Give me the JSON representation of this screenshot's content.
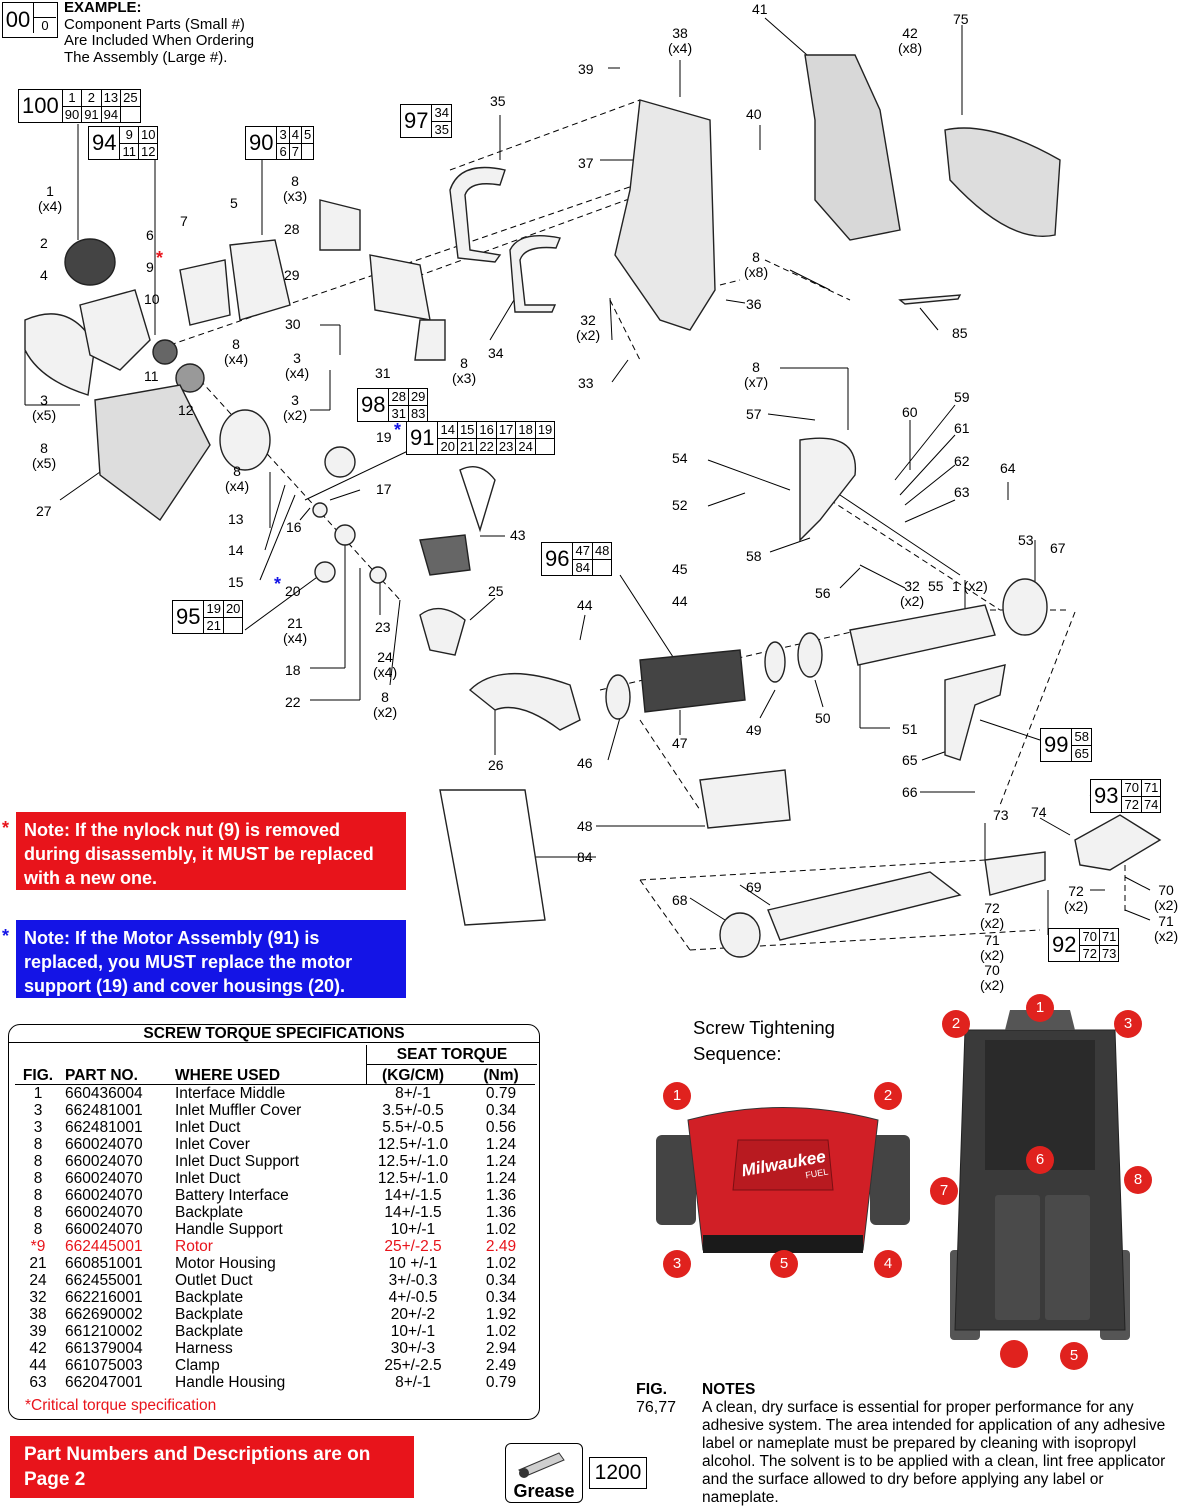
{
  "example": {
    "big": "00",
    "small": "0",
    "title": "EXAMPLE:",
    "line1": "Component Parts (Small #)",
    "line2": "Are Included When Ordering",
    "line3": "The Assembly (Large #)."
  },
  "assemblies": [
    {
      "id": "100",
      "parts": [
        "1",
        "2",
        "13",
        "25",
        "90",
        "91",
        "94",
        ""
      ]
    },
    {
      "id": "94",
      "parts": [
        "9",
        "10",
        "11",
        "12"
      ]
    },
    {
      "id": "90",
      "parts": [
        "3",
        "4",
        "5",
        "6",
        "7",
        ""
      ]
    },
    {
      "id": "97",
      "parts": [
        "34",
        "35"
      ]
    },
    {
      "id": "98",
      "parts": [
        "28",
        "29",
        "31",
        "83"
      ]
    },
    {
      "id": "91",
      "parts": [
        "14",
        "15",
        "16",
        "17",
        "18",
        "19",
        "20",
        "21",
        "22",
        "23",
        "24",
        ""
      ]
    },
    {
      "id": "96",
      "parts": [
        "47",
        "48",
        "84",
        ""
      ]
    },
    {
      "id": "95",
      "parts": [
        "19",
        "20",
        "21",
        ""
      ]
    },
    {
      "id": "99",
      "parts": [
        "58",
        "65"
      ]
    },
    {
      "id": "93",
      "parts": [
        "70",
        "71",
        "72",
        "74"
      ]
    },
    {
      "id": "92",
      "parts": [
        "70",
        "71",
        "72",
        "73"
      ]
    }
  ],
  "callouts": {
    "c41": "41",
    "c42": "42",
    "c42q": "(x8)",
    "c75": "75",
    "c38": "38",
    "c38q": "(x4)",
    "c39": "39",
    "c35": "35",
    "c40": "40",
    "c37": "37",
    "c1": "1",
    "c1q": "(x4)",
    "c2": "2",
    "c6": "6",
    "c9": "9",
    "c7": "7",
    "c5": "5",
    "c8a": "8",
    "c8aq": "(x3)",
    "c28": "28",
    "c29": "29",
    "c4": "4",
    "c10": "10",
    "c8b": "8",
    "c8bq": "(x8)",
    "c36": "36",
    "c85": "85",
    "c30": "30",
    "c34": "34",
    "c32a": "32",
    "c32aq": "(x2)",
    "c33": "33",
    "c3a": "3",
    "c3aq": "(x4)",
    "c8c": "8",
    "c8cq": "(x4)",
    "c11": "11",
    "c31": "31",
    "c8d": "8",
    "c8dq": "(x3)",
    "c3b": "3",
    "c3bq": "(x5)",
    "c12": "12",
    "c3c": "3",
    "c3cq": "(x2)",
    "c8e": "8",
    "c8eq": "(x5)",
    "c27": "27",
    "c19": "19",
    "c8f": "8",
    "c8fq": "(x4)",
    "c13": "13",
    "c17": "17",
    "c14": "14",
    "c16": "16",
    "c15": "15",
    "c20": "20",
    "c21": "21",
    "c21q": "(x4)",
    "c18": "18",
    "c22": "22",
    "c23": "23",
    "c24": "24",
    "c24q": "(x4)",
    "c8g": "8",
    "c8gq": "(x2)",
    "c25": "25",
    "c43": "43",
    "c26": "26",
    "c45": "45",
    "c44a": "44",
    "c44b": "44",
    "c46": "46",
    "c47": "47",
    "c49": "49",
    "c50": "50",
    "c51": "51",
    "c8h": "8",
    "c8hq": "(x7)",
    "c57": "57",
    "c54": "54",
    "c52": "52",
    "c58": "58",
    "c60": "60",
    "c59": "59",
    "c61": "61",
    "c62": "62",
    "c63": "63",
    "c64": "64",
    "c53": "53",
    "c67": "67",
    "c56": "56",
    "c32b": "32",
    "c32bq": "(x2)",
    "c55": "55",
    "c1b": "1 (x2)",
    "c65": "65",
    "c66": "66",
    "c48": "48",
    "c84": "84",
    "c73": "73",
    "c74": "74",
    "c69": "69",
    "c68": "68",
    "c72a": "72",
    "c72aq": "(x2)",
    "c70a": "70",
    "c70aq": "(x2)",
    "c71a": "71",
    "c71aq": "(x2)",
    "c72b": "72",
    "c72bq": "(x2)",
    "c71b": "71",
    "c71bq": "(x2)",
    "c70b": "70",
    "c70bq": "(x2)"
  },
  "notes": {
    "red_star": "*",
    "red_note": "Note: If the nylock nut (9) is removed during disassembly, it MUST be replaced with a new one.",
    "blue_star": "*",
    "blue_note": "Note: If the Motor Assembly (91) is replaced, you MUST replace the motor support (19) and cover housings (20).",
    "page2": "Part Numbers and Descriptions are on Page 2"
  },
  "torque_table": {
    "title": "SCREW TORQUE SPECIFICATIONS",
    "seat_torque": "SEAT TORQUE",
    "headers": [
      "FIG.",
      "PART NO.",
      "WHERE USED",
      "(KG/CM)",
      "(Nm)"
    ],
    "rows": [
      [
        "1",
        "660436004",
        "Interface Middle",
        "8+/-1",
        "0.79"
      ],
      [
        "3",
        "662481001",
        "Inlet Muffler Cover",
        "3.5+/-0.5",
        "0.34"
      ],
      [
        "3",
        "662481001",
        "Inlet Duct",
        "5.5+/-0.5",
        "0.56"
      ],
      [
        "8",
        "660024070",
        "Inlet Cover",
        "12.5+/-1.0",
        "1.24"
      ],
      [
        "8",
        "660024070",
        "Inlet Duct Support",
        "12.5+/-1.0",
        "1.24"
      ],
      [
        "8",
        "660024070",
        "Inlet Duct",
        "12.5+/-1.0",
        "1.24"
      ],
      [
        "8",
        "660024070",
        "Battery Interface",
        "14+/-1.5",
        "1.36"
      ],
      [
        "8",
        "660024070",
        "Backplate",
        "14+/-1.5",
        "1.36"
      ],
      [
        "8",
        "660024070",
        "Handle Support",
        "10+/-1",
        "1.02"
      ],
      [
        "*9",
        "662445001",
        "Rotor",
        "25+/-2.5",
        "2.49"
      ],
      [
        "21",
        "660851001",
        "Motor Housing",
        "10 +/-1",
        "1.02"
      ],
      [
        "24",
        "662455001",
        "Outlet Duct",
        "3+/-0.3",
        "0.34"
      ],
      [
        "32",
        "662216001",
        "Backplate",
        "4+/-0.5",
        "0.34"
      ],
      [
        "38",
        "662690002",
        "Backplate",
        "20+/-2",
        "1.92"
      ],
      [
        "39",
        "661210002",
        "Backplate",
        "10+/-1",
        "1.02"
      ],
      [
        "42",
        "661379004",
        "Harness",
        "30+/-3",
        "2.94"
      ],
      [
        "44",
        "661075003",
        "Clamp",
        "25+/-2.5",
        "2.49"
      ],
      [
        "63",
        "662047001",
        "Handle Housing",
        "8+/-1",
        "0.79"
      ]
    ],
    "footnote": "*Critical torque specification"
  },
  "sequence": {
    "title1": "Screw Tightening",
    "title2": "Sequence:",
    "left_dots": [
      "1",
      "2",
      "3",
      "5",
      "4"
    ],
    "right_dots": [
      "1",
      "2",
      "3",
      "6",
      "7",
      "8",
      "",
      "5"
    ],
    "brand": "Milwaukee",
    "brand_sub": "FUEL"
  },
  "fig_notes": {
    "fig_label": "FIG.",
    "fig_value": "76,77",
    "notes_label": "NOTES",
    "notes_text": "A clean, dry surface is essential for proper performance for any adhesive system. The area intended for application of any adhesive label or nameplate must be prepared by cleaning with isopropyl alcohol. The solvent is to be applied with a clean, lint free applicator and the surface allowed to dry before applying any label or nameplate."
  },
  "grease": {
    "label": "Grease",
    "code": "1200"
  },
  "colors": {
    "red": "#e8141b",
    "blue": "#1414e6",
    "seq_red": "#e0221e"
  }
}
